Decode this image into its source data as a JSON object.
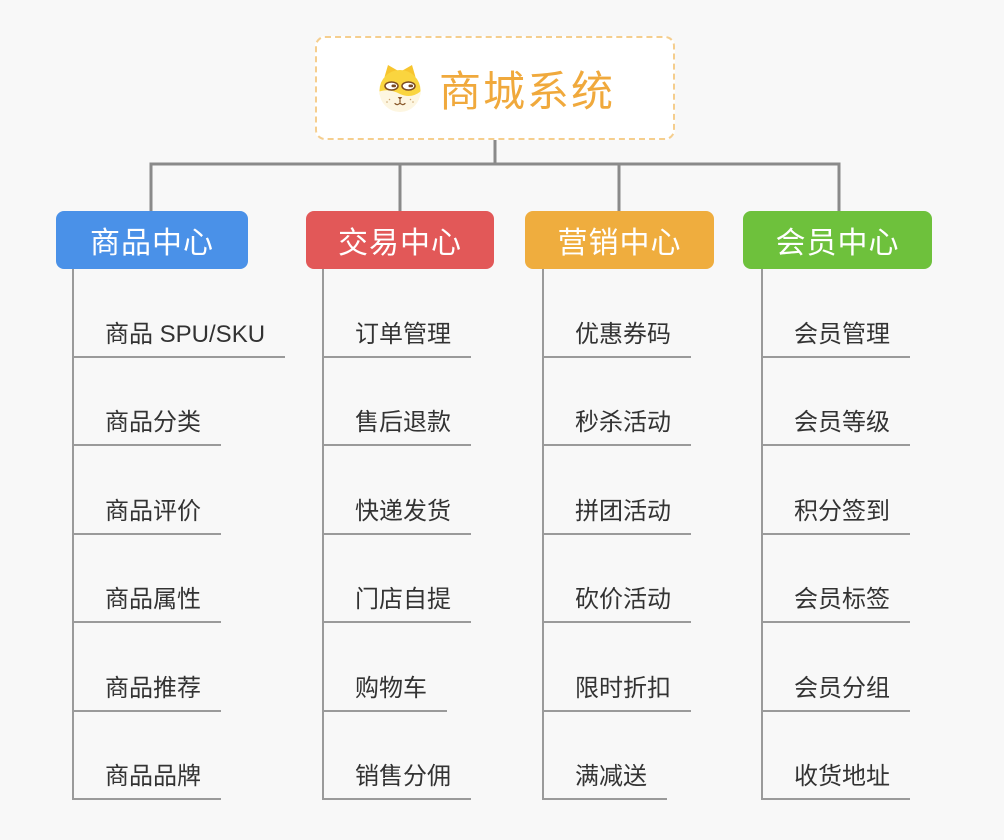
{
  "root": {
    "title": "商城系统",
    "icon": "dog-logo-icon",
    "title_color": "#F0A93C",
    "border_color": "#F5CE8E"
  },
  "branches": [
    {
      "label": "商品中心",
      "color": "#4A91E8",
      "children": [
        "商品 SPU/SKU",
        "商品分类",
        "商品评价",
        "商品属性",
        "商品推荐",
        "商品品牌"
      ]
    },
    {
      "label": "交易中心",
      "color": "#E25858",
      "children": [
        "订单管理",
        "售后退款",
        "快递发货",
        "门店自提",
        "购物车",
        "销售分佣"
      ]
    },
    {
      "label": "营销中心",
      "color": "#EFAD3E",
      "children": [
        "优惠券码",
        "秒杀活动",
        "拼团活动",
        "砍价活动",
        "限时折扣",
        "满减送"
      ]
    },
    {
      "label": "会员中心",
      "color": "#6EC13C",
      "children": [
        "会员管理",
        "会员等级",
        "积分签到",
        "会员标签",
        "会员分组",
        "收货地址"
      ]
    }
  ],
  "connector_color": "#8A8A8A",
  "line_color": "#9A9A9A",
  "background_color": "#F8F8F8"
}
